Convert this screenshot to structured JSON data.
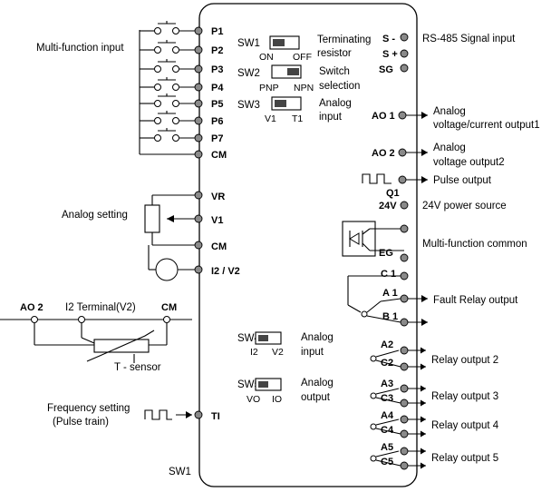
{
  "left_inputs": {
    "label": "Multi-function input",
    "terminals": [
      "P1",
      "P2",
      "P3",
      "P4",
      "P5",
      "P6",
      "P7",
      "CM"
    ]
  },
  "analog_setting": {
    "label": "Analog setting",
    "terminals": [
      "VR",
      "V1",
      "CM",
      "I2 / V2"
    ]
  },
  "thermistor": {
    "ao2": "AO 2",
    "i2": "I2 Terminal(V2)",
    "cm": "CM",
    "sensor": "T - sensor"
  },
  "pulse_input": {
    "line1": "Frequency setting",
    "line2": "(Pulse train)",
    "terminal": "TI"
  },
  "bottom_label": "SW1",
  "switches": {
    "sw1": {
      "name": "SW1",
      "opt1": "ON",
      "opt2": "OFF",
      "desc1": "Terminating",
      "desc2": "resistor"
    },
    "sw2": {
      "name": "SW2",
      "opt1": "PNP",
      "opt2": "NPN",
      "desc1": "Switch",
      "desc2": "selection"
    },
    "sw3": {
      "name": "SW3",
      "opt1": "V1",
      "opt2": "T1",
      "desc1": "Analog",
      "desc2": "input"
    },
    "sw4": {
      "name": "SW4",
      "opt1": "I2",
      "opt2": "V2",
      "desc1": "Analog",
      "desc2": "input"
    },
    "sw5": {
      "name": "SW5",
      "opt1": "VO",
      "opt2": "IO",
      "desc1": "Analog",
      "desc2": "output"
    }
  },
  "right": {
    "s_minus": "S -",
    "s_plus": "S +",
    "sg": "SG",
    "rs485": "RS-485  Signal input",
    "ao1": "AO 1",
    "ao1_desc1": "Analog",
    "ao1_desc2": "voltage/current output1",
    "ao2": "AO 2",
    "ao2_desc1": "Analog",
    "ao2_desc2": "voltage output2",
    "pulse_out": "Pulse output",
    "q1": "Q1",
    "v24": "24V",
    "v24_desc": "24V power source",
    "eg": "EG",
    "mf_common": "Multi-function common",
    "c1": "C 1",
    "a1": "A 1",
    "b1": "B 1",
    "fault": "Fault  Relay output",
    "relays": [
      {
        "a": "A2",
        "c": "C2",
        "label": "Relay output 2"
      },
      {
        "a": "A3",
        "c": "C3",
        "label": "Relay output 3"
      },
      {
        "a": "A4",
        "c": "C4",
        "label": "Relay output 4"
      },
      {
        "a": "A5",
        "c": "C5",
        "label": "Relay output 5"
      }
    ]
  }
}
